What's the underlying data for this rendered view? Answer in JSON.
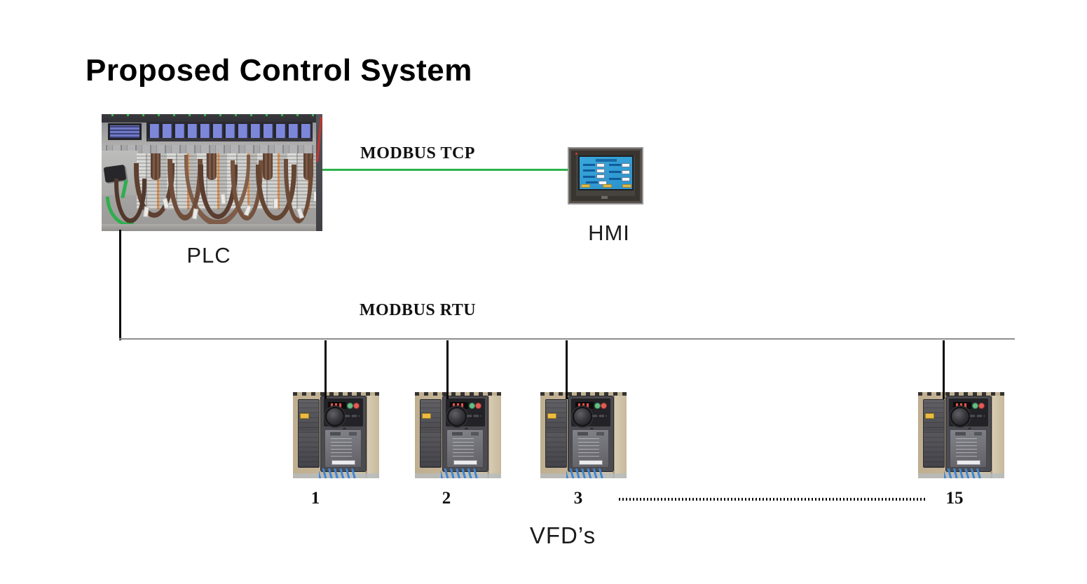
{
  "title": "Proposed Control System",
  "plc": {
    "label": "PLC"
  },
  "hmi": {
    "label": "HMI"
  },
  "links": {
    "modbus_tcp": {
      "label": "MODBUS TCP",
      "color": "#2eb24a"
    },
    "modbus_rtu": {
      "label": "MODBUS RTU",
      "color": "#111111"
    }
  },
  "vfds": {
    "group_label": "VFD’s",
    "units": [
      {
        "id": "1"
      },
      {
        "id": "2"
      },
      {
        "id": "3"
      },
      {
        "id": "15"
      }
    ]
  }
}
